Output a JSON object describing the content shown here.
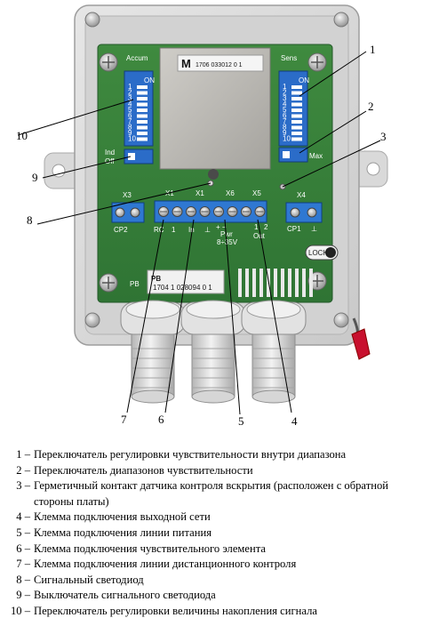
{
  "board": {
    "left_dip_label": "Accum",
    "right_dip_label": "Sens",
    "dip_on": "ON",
    "dip_numbers": [
      "1",
      "2",
      "3",
      "4",
      "5",
      "6",
      "7",
      "8",
      "9",
      "10"
    ],
    "ind_label": "Ind",
    "off_label": "Off",
    "max_label": "Max",
    "module_letter": "M",
    "module_code": "1706 033012 0 1",
    "pb_code": "1704 1 028094 0 1",
    "pb_label": "PB",
    "pb_label2": "PB",
    "lock_label": "LOCK",
    "x_labels": [
      "X3",
      "X1",
      "X1",
      "X6",
      "X5",
      "X4"
    ],
    "cp2_label": "CP2",
    "cp1_label": "CP1",
    "rc_label": "RC",
    "in_label": "In",
    "one_label": "1",
    "ground_label": "⊥",
    "ground_label2": "⊥",
    "pwr_label": "Pwr",
    "plus_minus": "+  −",
    "pwr_voltage": "8÷35V",
    "out_label": "Out",
    "out_one": "1",
    "out_two": "2"
  },
  "callouts": [
    {
      "id": "1",
      "label": "1"
    },
    {
      "id": "2",
      "label": "2"
    },
    {
      "id": "3",
      "label": "3"
    },
    {
      "id": "4",
      "label": "4"
    },
    {
      "id": "5",
      "label": "5"
    },
    {
      "id": "6",
      "label": "6"
    },
    {
      "id": "7",
      "label": "7"
    },
    {
      "id": "8",
      "label": "8"
    },
    {
      "id": "9",
      "label": "9"
    },
    {
      "id": "10",
      "label": "10"
    }
  ],
  "legend": [
    {
      "num": "1 –",
      "text": "Переключатель регулировки чувствительности внутри диапазона"
    },
    {
      "num": "2 –",
      "text": "Переключатель диапазонов чувствительности"
    },
    {
      "num": "3 –",
      "text": "Герметичный контакт датчика контроля вскрытия (расположен с обратной стороны платы)"
    },
    {
      "num": "4 –",
      "text": "Клемма подключения выходной сети"
    },
    {
      "num": "5 –",
      "text": "Клемма подключения линии питания"
    },
    {
      "num": "6 –",
      "text": "Клемма подключения чувствительного элемента"
    },
    {
      "num": "7 –",
      "text": "Клемма подключения линии дистанционного контроля"
    },
    {
      "num": "8 –",
      "text": "Сигнальный светодиод"
    },
    {
      "num": "9 –",
      "text": "Выключатель сигнального светодиода"
    },
    {
      "num": "10 –",
      "text": "Переключатель регулировки величины накопления сигнала"
    }
  ]
}
